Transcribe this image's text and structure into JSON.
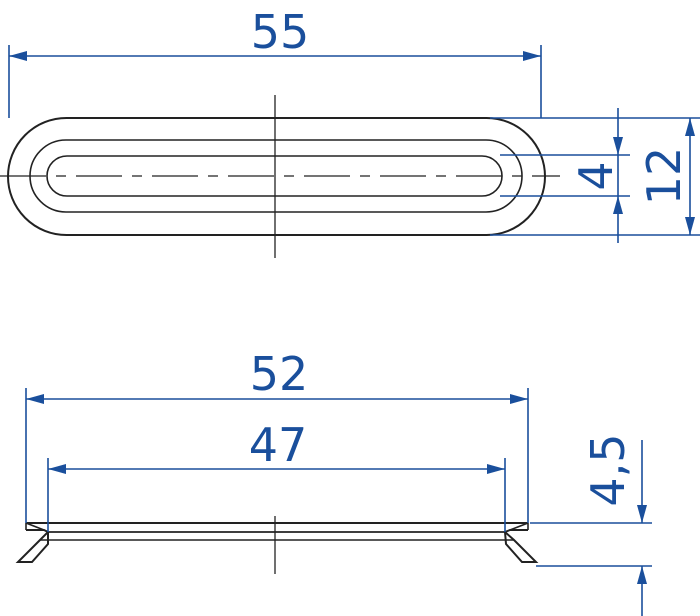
{
  "dimensions": {
    "top_length": "55",
    "slot_width": "4",
    "total_width": "12",
    "profile_outer_length": "52",
    "profile_inner_length": "47",
    "height": "4,5"
  },
  "colors": {
    "dimension": "#1a4f9c",
    "outline": "#222222"
  }
}
